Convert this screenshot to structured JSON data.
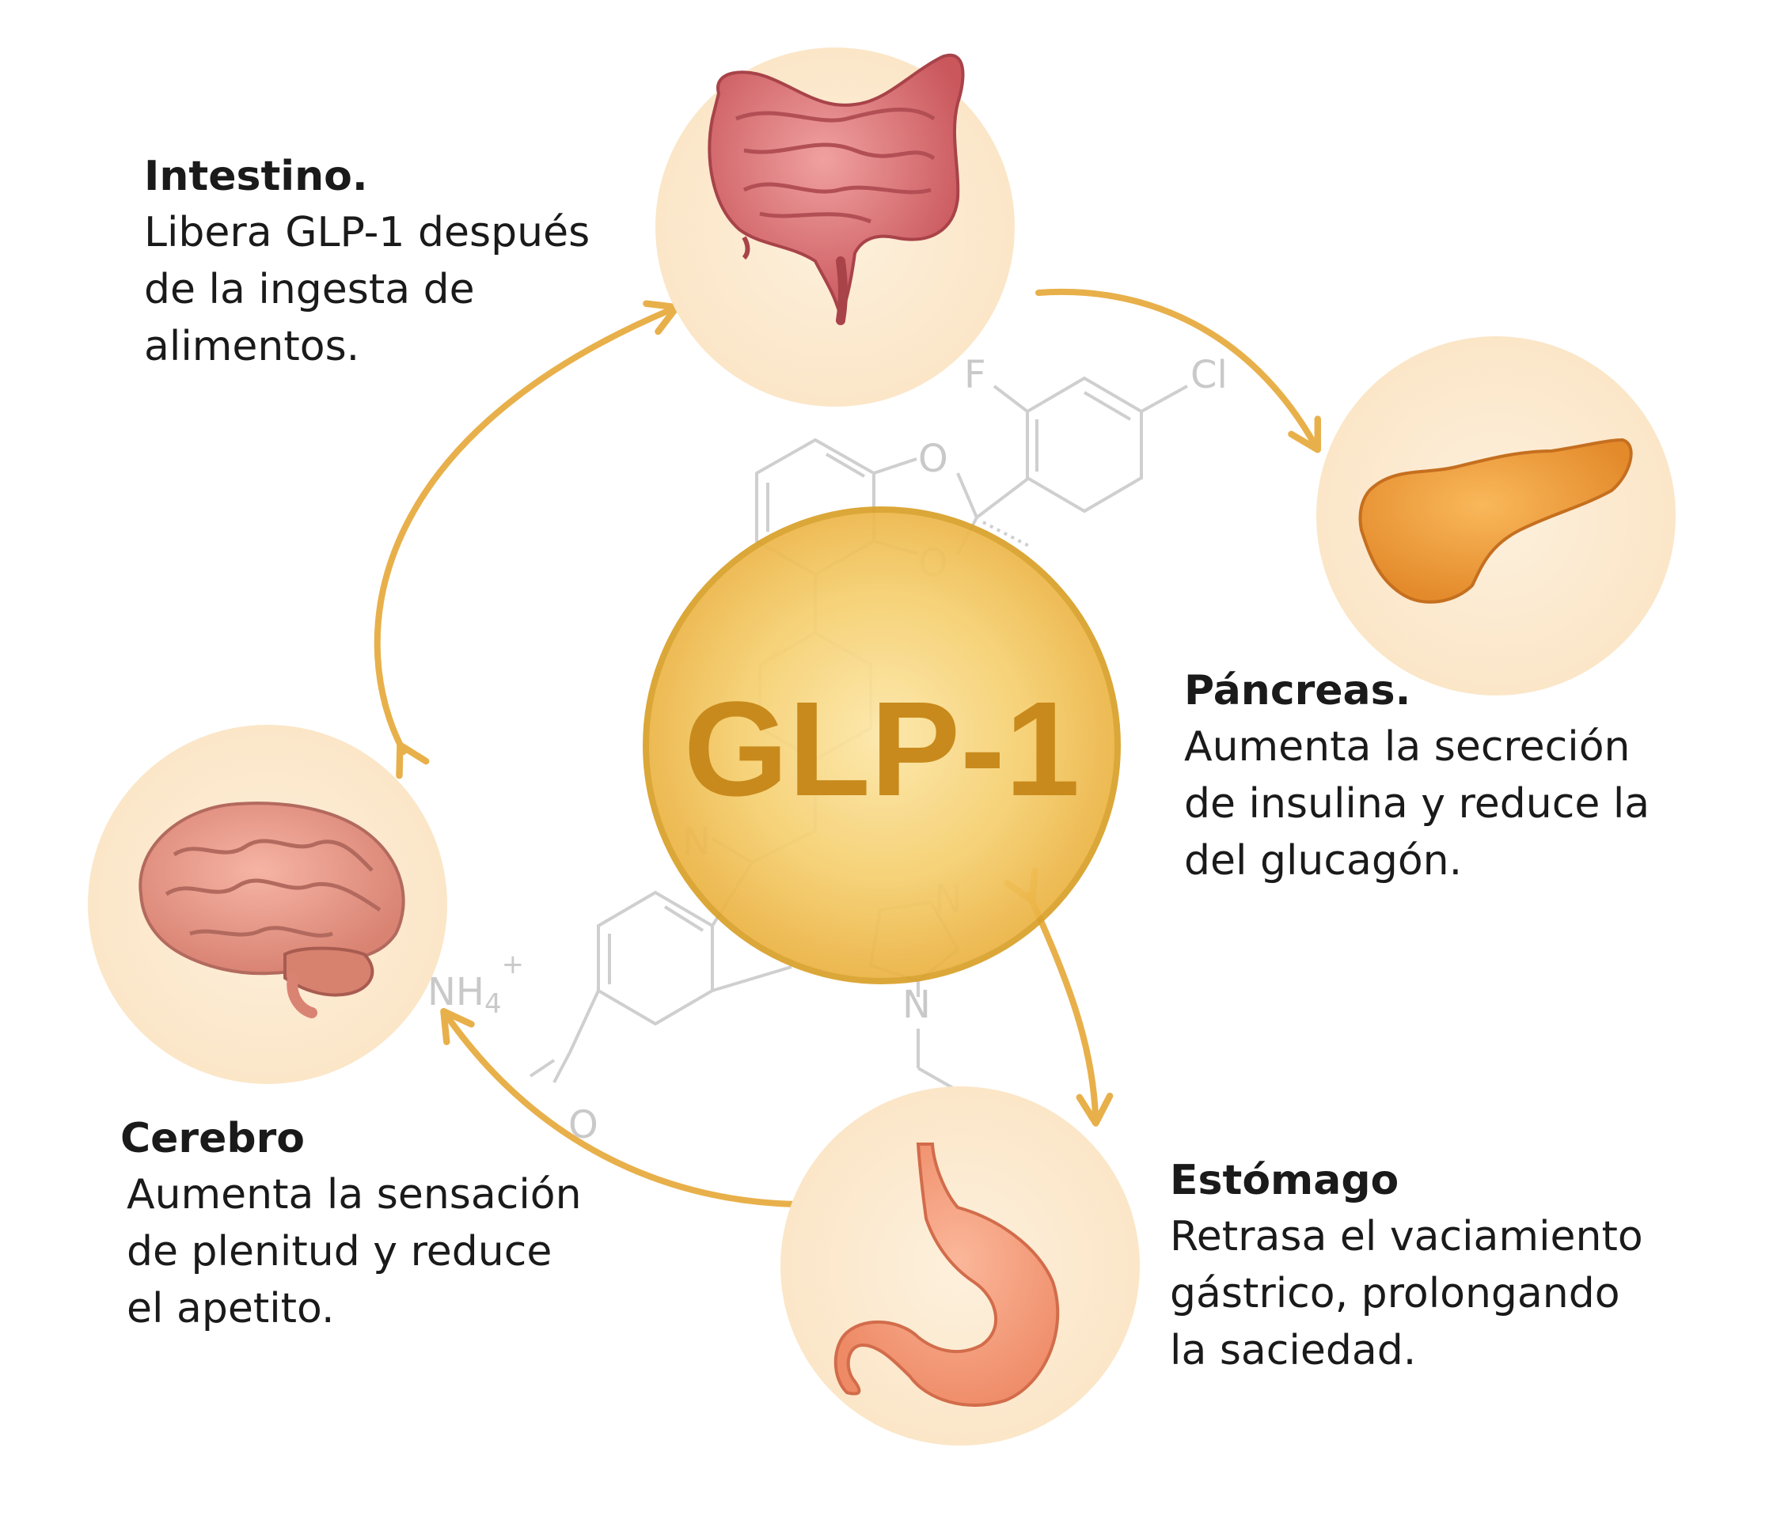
{
  "center": {
    "label": "GLP-1"
  },
  "molecule_labels": {
    "f": "F",
    "cl": "Cl",
    "o1": "O",
    "o2": "O",
    "n1": "N",
    "n2": "N",
    "n3": "N",
    "nh4": "NH",
    "nh4_sub": "4",
    "nh4_sup": "+",
    "o3": "O"
  },
  "organs": {
    "intestino": {
      "title": "Intestino.",
      "desc_lines": [
        "Libera GLP-1 después",
        "de la ingesta de",
        "alimentos."
      ],
      "icon": "intestine-icon"
    },
    "pancreas": {
      "title": "Páncreas.",
      "desc_lines": [
        "Aumenta la secreción",
        "de insulina y reduce la",
        "del glucagón."
      ],
      "icon": "pancreas-icon"
    },
    "estomago": {
      "title": "Estómago",
      "desc_lines": [
        "Retrasa el vaciamiento",
        "gástrico, prolongando",
        "la saciedad."
      ],
      "icon": "stomach-icon"
    },
    "cerebro": {
      "title": "Cerebro",
      "desc_lines": [
        "Aumenta la sensación",
        "de plenitud y reduce",
        "el apetito."
      ],
      "icon": "brain-icon"
    }
  },
  "colors": {
    "accent": "#E8B04A",
    "circle_bg": "#FCEBD2",
    "center_fill": "#F3C45A",
    "center_ring": "#D9A12A",
    "center_text": "#C88A1C",
    "molecule": "#C9C9C9"
  }
}
